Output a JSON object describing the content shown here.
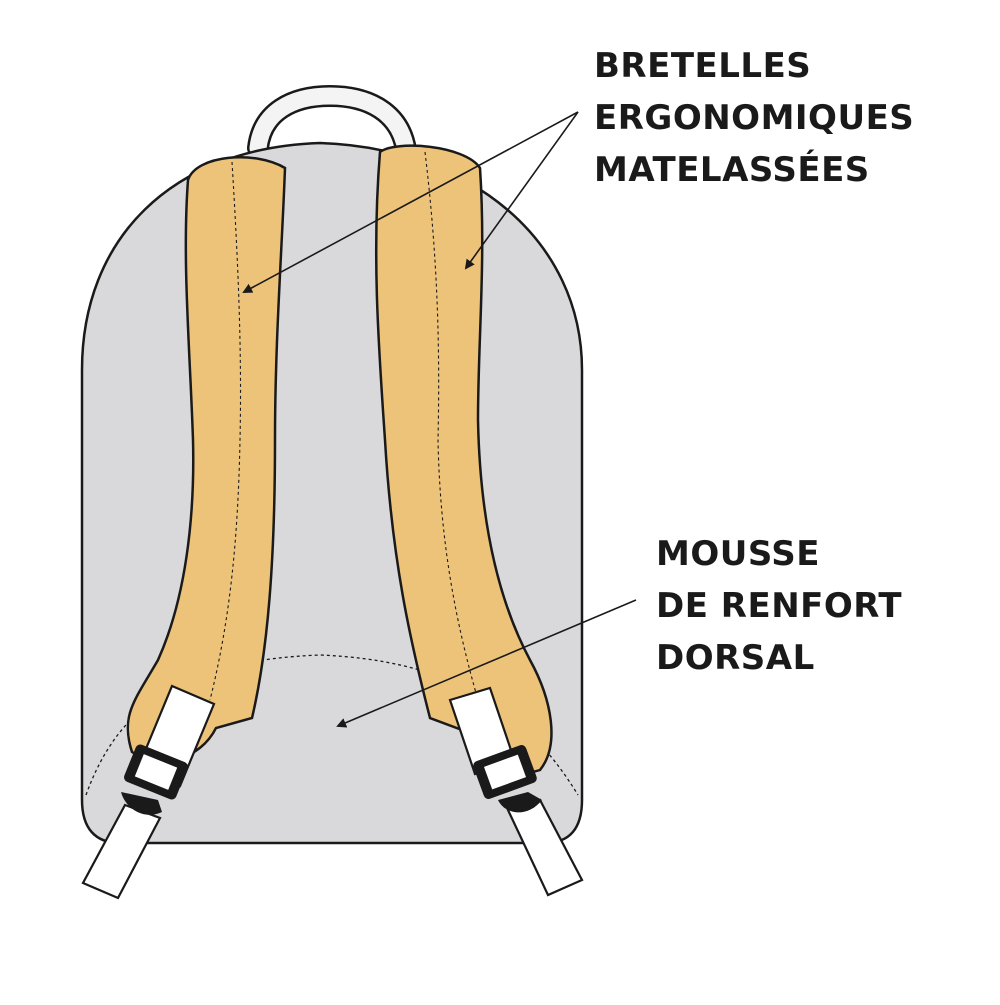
{
  "callouts": {
    "straps": {
      "lines": [
        "BRETELLES",
        "ERGONOMIQUES",
        "MATELASSÉES"
      ]
    },
    "back_foam": {
      "lines": [
        "MOUSSE",
        "DE RENFORT",
        "DORSAL"
      ]
    }
  },
  "colors": {
    "body": "#d9d9dc",
    "strap": "#edc37a",
    "outline": "#1a1a1a",
    "handle": "#f4f4f4",
    "webbing": "#ffffff",
    "buckle": "#1a1a1a"
  }
}
